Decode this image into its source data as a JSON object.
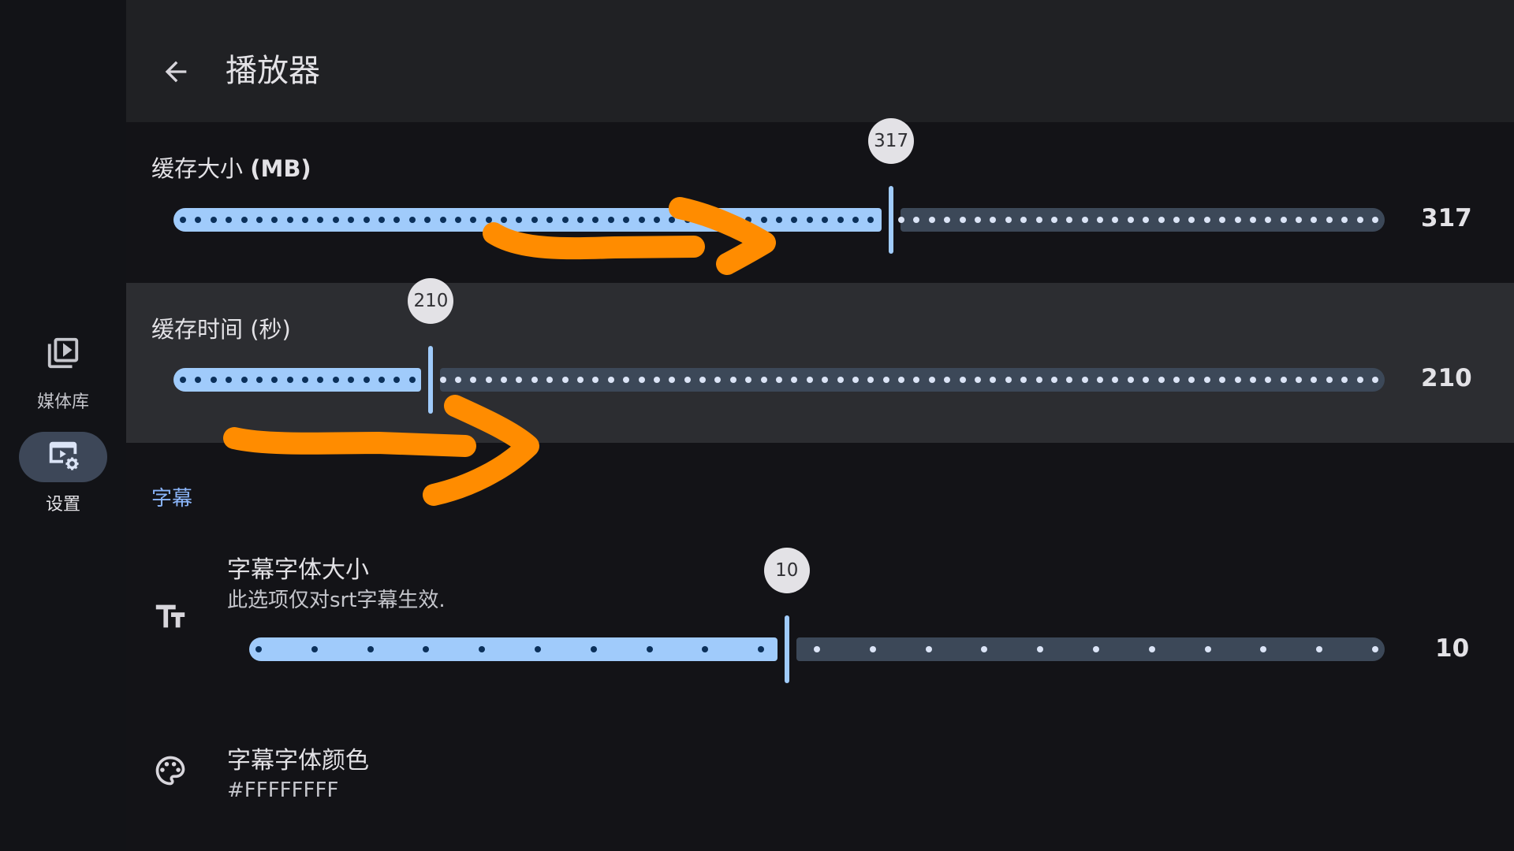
{
  "sidebar": {
    "items": [
      {
        "label": "媒体库",
        "icon": "video-library-icon",
        "active": false
      },
      {
        "label": "设置",
        "icon": "video-settings-icon",
        "active": true
      }
    ]
  },
  "header": {
    "back_icon": "arrow-back-icon",
    "title": "播放器"
  },
  "cache_size": {
    "label_cn": "缓存大小 ",
    "label_unit": "(MB)",
    "value": "317",
    "fraction": 0.594,
    "dot_count": 78
  },
  "cache_time": {
    "label": "缓存时间 (秒)",
    "value": "210",
    "fraction": 0.208,
    "dot_count": 78
  },
  "subtitle_section": {
    "header": "字幕",
    "font_size": {
      "icon": "text-fields-icon",
      "title": "字幕字体大小",
      "subtitle": "此选项仅对srt字幕生效.",
      "value": "10",
      "fraction": 0.473,
      "dot_count": 20
    },
    "font_color": {
      "icon": "palette-icon",
      "title": "字幕字体颜色",
      "value": "#FFFFFFFF"
    }
  },
  "colors": {
    "accent": "#a0cbfb",
    "inactive_track": "#3c4858",
    "annotation": "#ff8c00",
    "category": "#8ab4f8"
  }
}
